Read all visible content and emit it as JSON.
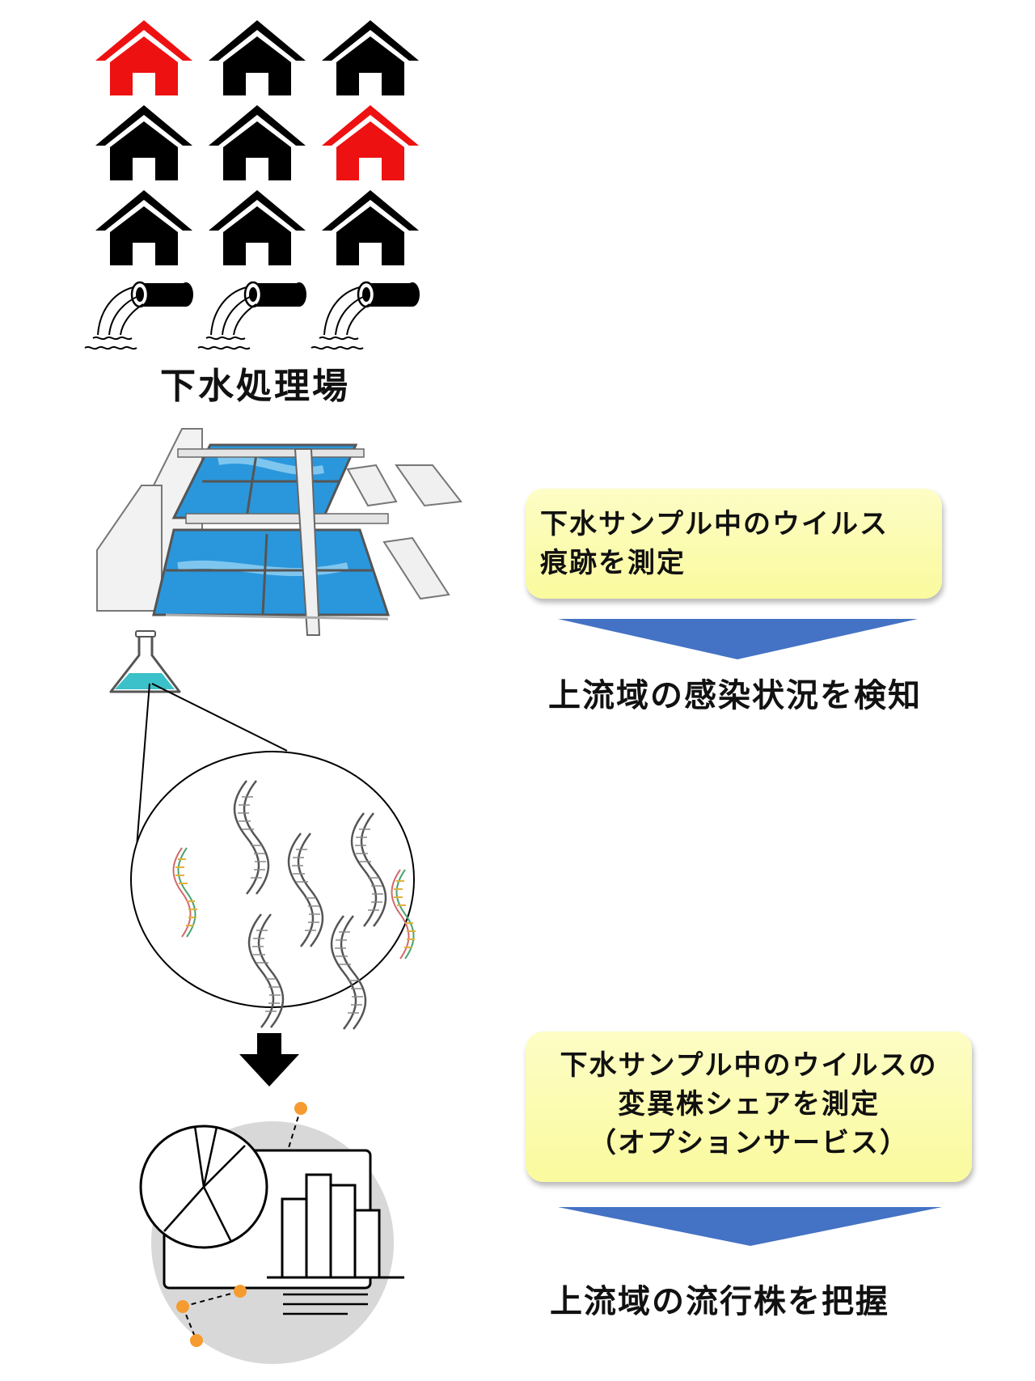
{
  "colors": {
    "house_highlight": "#ee1111",
    "house_normal": "#000000",
    "callout_fill": "#fafa9e",
    "arrow_blue": "#4472c4",
    "pool_blue": "#1e8fd8",
    "flask_liquid": "#3bc1c9",
    "accent_orange": "#f59b2f"
  },
  "icons": [
    "house-icon",
    "drain-pipe-icon",
    "treatment-plant-icon",
    "flask-icon",
    "dna-strand-icon",
    "rna-strand-icon",
    "down-arrow-icon",
    "analytics-chart-icon"
  ],
  "plant_label": "下水処理場",
  "step1": {
    "box_line1": "下水サンプル中のウイルス",
    "box_line2": "痕跡を測定",
    "result": "上流域の感染状況を検知"
  },
  "step2": {
    "box_line1": "下水サンプル中のウイルスの",
    "box_line2": "変異株シェアを測定",
    "box_line3": "（オプションサービス）",
    "result": "上流域の流行株を把握"
  }
}
